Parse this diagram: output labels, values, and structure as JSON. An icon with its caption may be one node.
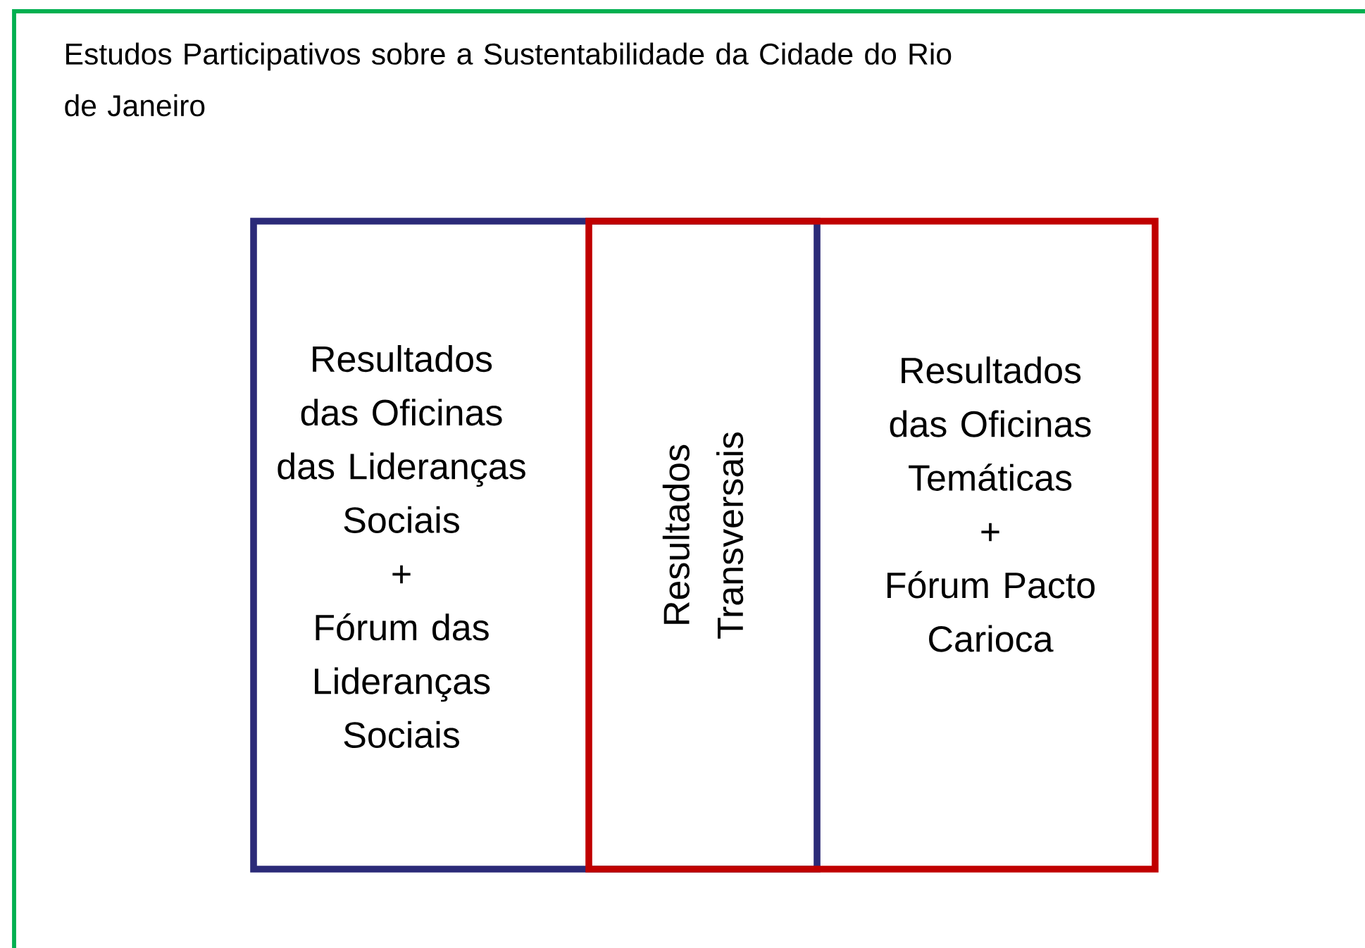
{
  "diagram": {
    "title": "Estudos Participativos sobre a Sustentabilidade da Cidade do Rio de Janeiro",
    "nodes": [
      {
        "text": [
          "Resultados das Oficinas das Lideranças Sociais",
          "+",
          "Fórum das Lideranças Sociais"
        ]
      },
      {
        "text": [
          "Resultados das Oficinas Temáticas",
          "+",
          "Fórum Pacto Carioca"
        ]
      }
    ],
    "labels": [
      "Resultados Transversais"
    ]
  }
}
